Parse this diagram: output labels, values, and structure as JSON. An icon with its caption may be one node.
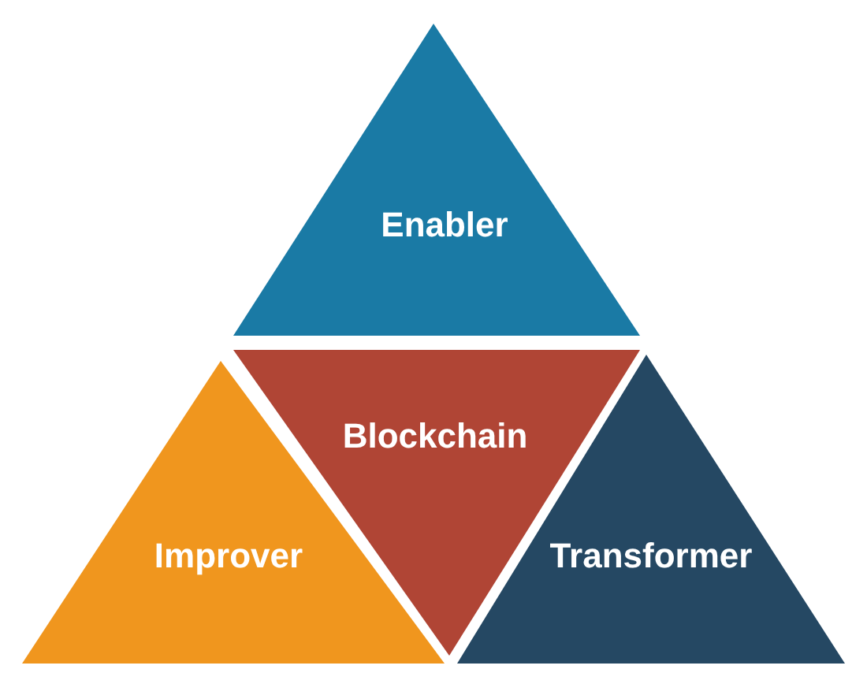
{
  "diagram": {
    "nodes": [
      {
        "text": [
          "Enabler"
        ]
      },
      {
        "text": [
          "Blockchain"
        ]
      },
      {
        "text": [
          "Improver"
        ]
      },
      {
        "text": [
          "Transformer"
        ]
      }
    ]
  }
}
